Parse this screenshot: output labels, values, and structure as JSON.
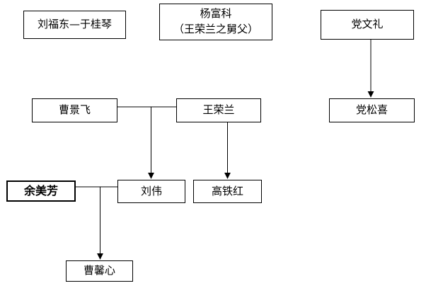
{
  "diagram": {
    "type": "family-relationship-chart",
    "colors": {
      "background": "#ffffff",
      "box_border": "#000000",
      "line": "#000000",
      "text": "#000000"
    },
    "nodes": [
      {
        "id": "liu-fudong-yu-guiqin",
        "label": "刘福东—于桂琴"
      },
      {
        "id": "yang-fuke",
        "line1": "杨富科",
        "line2": "（王荣兰之舅父）"
      },
      {
        "id": "dang-wenli",
        "label": "党文礼"
      },
      {
        "id": "cao-jingfei",
        "label": "曹景飞"
      },
      {
        "id": "wang-ronglan",
        "label": "王荣兰"
      },
      {
        "id": "dang-songxi",
        "label": "党松喜"
      },
      {
        "id": "yu-meifang",
        "label": "余美芳",
        "emphasis": "bold"
      },
      {
        "id": "liu-wei",
        "label": "刘伟"
      },
      {
        "id": "gao-tiehong",
        "label": "高铁红"
      },
      {
        "id": "cao-xinxin",
        "label": "曹馨心"
      }
    ],
    "edges": [
      {
        "from": "cao-jingfei",
        "to": "wang-ronglan",
        "style": "plain-line",
        "orientation": "horizontal"
      },
      {
        "from": "cao-jingfei~wang-ronglan-line",
        "to": "liu-wei",
        "style": "arrow",
        "orientation": "vertical"
      },
      {
        "from": "wang-ronglan",
        "to": "gao-tiehong",
        "style": "arrow",
        "orientation": "vertical"
      },
      {
        "from": "dang-wenli",
        "to": "dang-songxi",
        "style": "arrow",
        "orientation": "vertical"
      },
      {
        "from": "yu-meifang",
        "to": "liu-wei",
        "style": "plain-line",
        "orientation": "horizontal"
      },
      {
        "from": "yu-meifang~liu-wei-line",
        "to": "cao-xinxin",
        "style": "arrow",
        "orientation": "vertical"
      }
    ]
  }
}
